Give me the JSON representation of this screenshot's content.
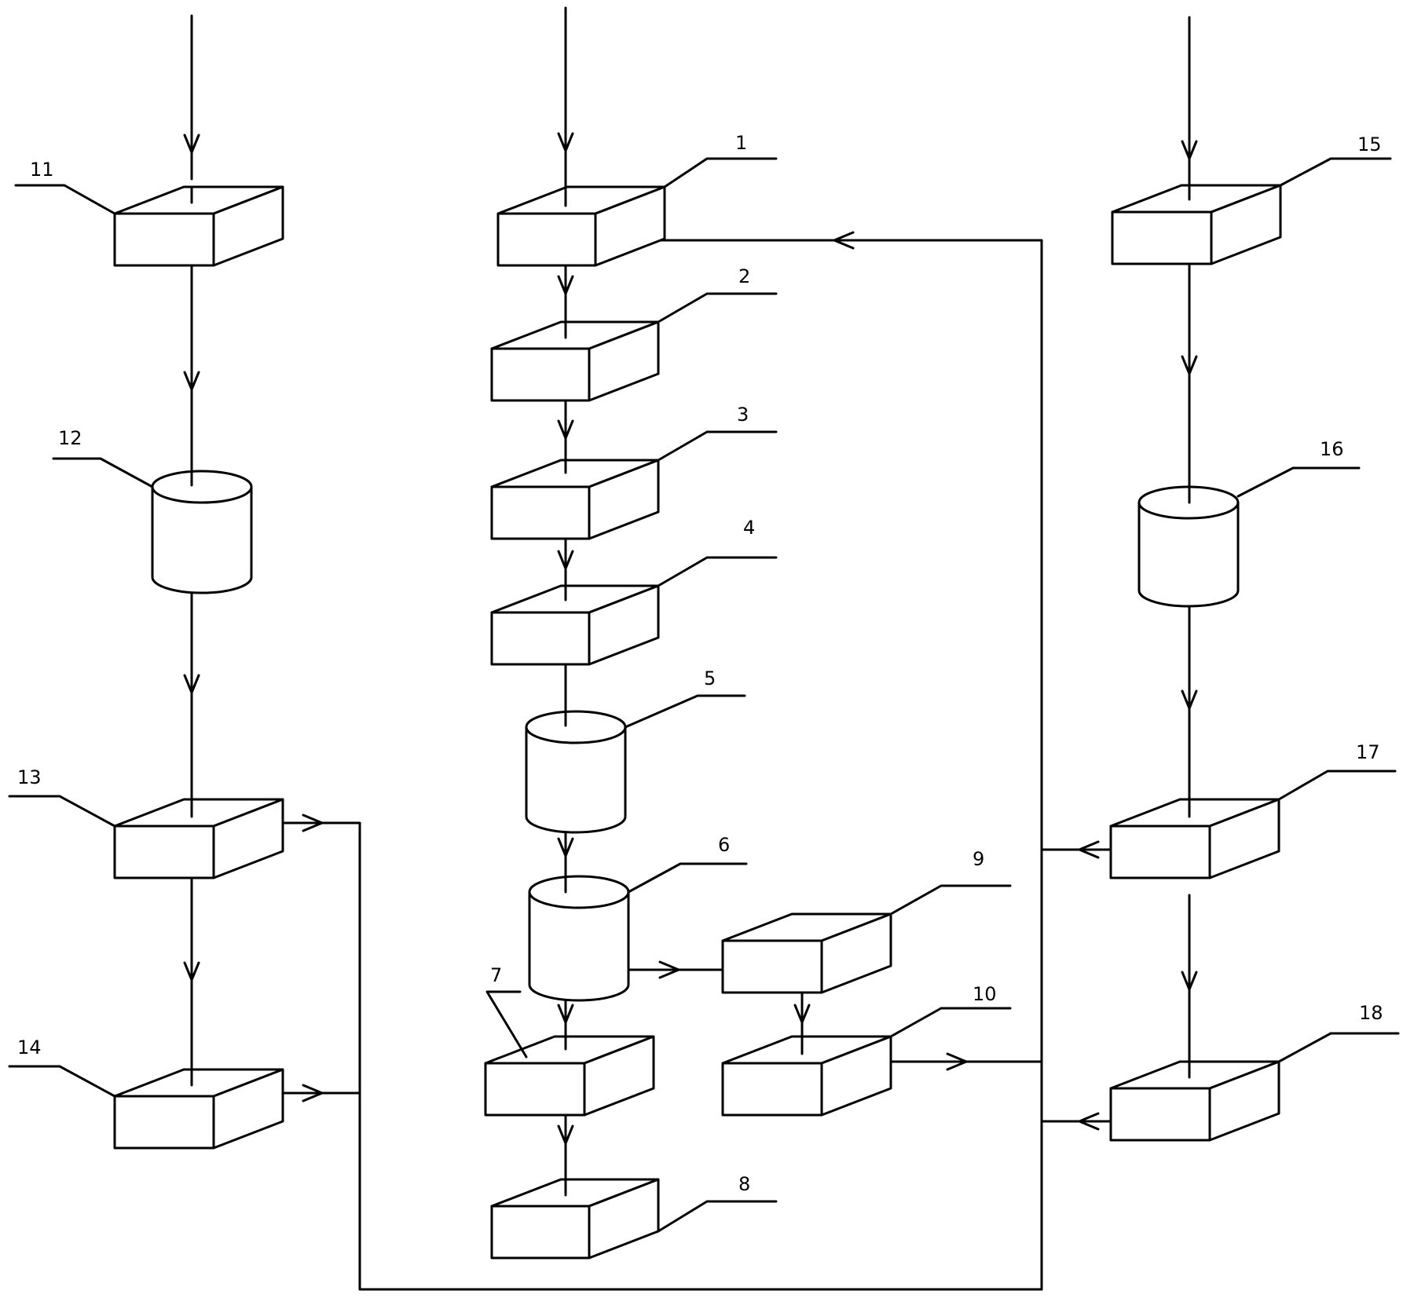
{
  "diagram": {
    "labels": {
      "n1": "1",
      "n2": "2",
      "n3": "3",
      "n4": "4",
      "n5": "5",
      "n6": "6",
      "n7": "7",
      "n8": "8",
      "n9": "9",
      "n10": "10",
      "n11": "11",
      "n12": "12",
      "n13": "13",
      "n14": "14",
      "n15": "15",
      "n16": "16",
      "n17": "17",
      "n18": "18"
    },
    "components": {
      "n1": "box",
      "n2": "box",
      "n3": "box",
      "n4": "box",
      "n5": "cylinder",
      "n6": "cylinder",
      "n7": "box",
      "n8": "box",
      "n9": "box",
      "n10": "box",
      "n11": "box",
      "n12": "cylinder",
      "n13": "box",
      "n14": "box",
      "n15": "box",
      "n16": "cylinder",
      "n17": "box",
      "n18": "box"
    },
    "stroke_color": "#000000",
    "background_color": "#ffffff"
  }
}
